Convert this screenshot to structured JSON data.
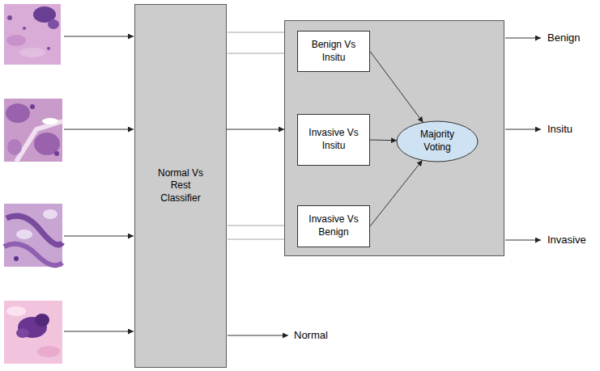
{
  "diagram": {
    "nodes": [
      {
        "text": [
          "Normal Vs Rest Classifier"
        ]
      },
      {
        "text": []
      },
      {
        "text": [
          "Benign Vs Insitu"
        ],
        "in": 1
      },
      {
        "text": [
          "Invasive Vs Insitu"
        ],
        "in": 1
      },
      {
        "text": [
          "Invasive Vs Benign"
        ],
        "in": 1
      },
      {
        "text": [
          "Majority Voting"
        ],
        "in": 1
      }
    ],
    "edges": [
      {
        "from": 0,
        "to": 1,
        "arrow": "to"
      },
      {
        "from": 2,
        "to": 5,
        "arrow": "to"
      },
      {
        "from": 3,
        "to": 5,
        "arrow": "to"
      },
      {
        "from": 4,
        "to": 5,
        "arrow": "to"
      }
    ],
    "labels": [
      "Benign",
      "Insitu",
      "Invasive",
      "Normal"
    ]
  }
}
